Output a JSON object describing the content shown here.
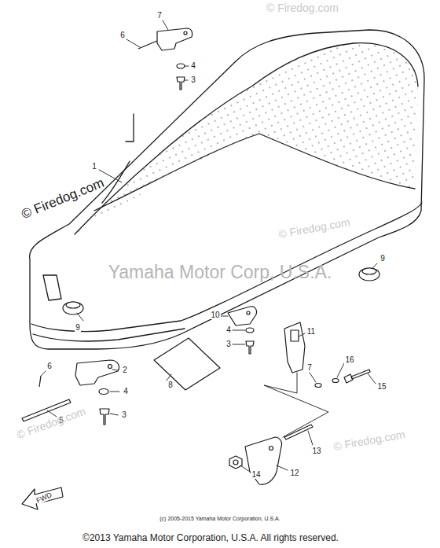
{
  "diagram": {
    "labels": [
      "7",
      "6",
      "4",
      "3",
      "1",
      "© Firedog.com",
      "© Firedog.com",
      "Yamaha Motor Corp, U.S.A.",
      "© Firedog.com",
      "9",
      "9",
      "10",
      "4",
      "3",
      "11",
      "7",
      "16",
      "15",
      "2",
      "6",
      "4",
      "8",
      "5",
      "3",
      "13",
      "14",
      "12",
      "FWD",
      "© Firedog.com",
      "© Firedog.com",
      "(c) 2005-2015 Yamaha Motor Corporation, U.S.A.",
      "©2013 Yamaha Motor Corporation, U.S.A. All rights reserved."
    ]
  }
}
